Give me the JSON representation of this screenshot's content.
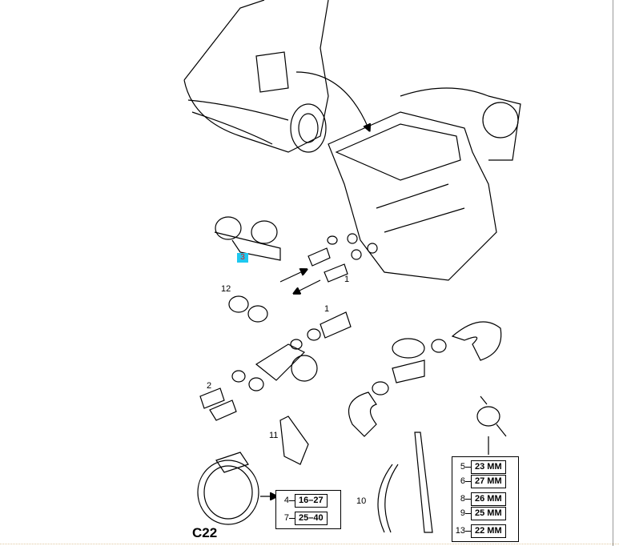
{
  "diagram": {
    "code": "C22",
    "callouts": [
      {
        "id": "12",
        "label": "12"
      },
      {
        "id": "1a",
        "label": "1"
      },
      {
        "id": "1b",
        "label": "1"
      },
      {
        "id": "2",
        "label": "2"
      },
      {
        "id": "11",
        "label": "11"
      },
      {
        "id": "10",
        "label": "10"
      }
    ],
    "highlighted_callout": {
      "label": "3",
      "bg_color": "#1ec8f0",
      "text_color": "#e02020"
    },
    "clamp_sizes_left": [
      {
        "ref": "4",
        "size": "16–27"
      },
      {
        "ref": "7",
        "size": "25–40"
      }
    ],
    "clamp_sizes_right": [
      {
        "ref": "5",
        "size": "23 MM"
      },
      {
        "ref": "6",
        "size": "27 MM"
      },
      {
        "ref": "8",
        "size": "26 MM"
      },
      {
        "ref": "9",
        "size": "25 MM"
      },
      {
        "ref": "13",
        "size": "22 MM"
      }
    ]
  }
}
